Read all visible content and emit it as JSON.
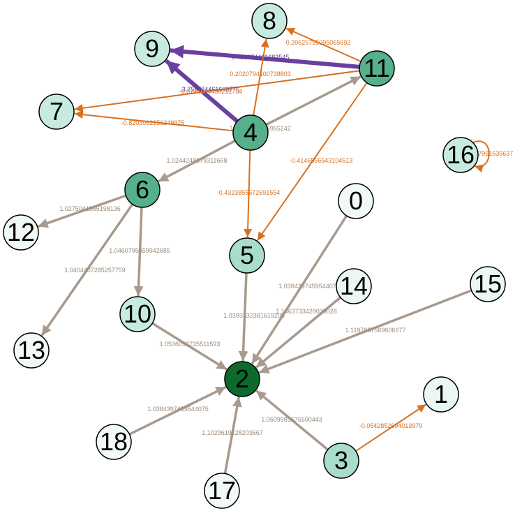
{
  "colors": {
    "edge_gray": "#a89a8c",
    "edge_orange": "#d9701f",
    "edge_purple": "#6a3fa0",
    "label_gray": "#9a8a7a",
    "label_orange": "#d9701f",
    "label_purple": "#5a3a90",
    "node_stroke": "#000000"
  },
  "nodes": [
    {
      "id": "0",
      "fill": "#f2faf7"
    },
    {
      "id": "1",
      "fill": "#eaf7f3"
    },
    {
      "id": "2",
      "fill": "#0c6a2c"
    },
    {
      "id": "3",
      "fill": "#a8dccb"
    },
    {
      "id": "4",
      "fill": "#56b08c"
    },
    {
      "id": "5",
      "fill": "#a8dccb"
    },
    {
      "id": "6",
      "fill": "#56b08c"
    },
    {
      "id": "7",
      "fill": "#c8ebe0"
    },
    {
      "id": "8",
      "fill": "#c8ebe0"
    },
    {
      "id": "9",
      "fill": "#c8ebe0"
    },
    {
      "id": "10",
      "fill": "#c8ebe0"
    },
    {
      "id": "11",
      "fill": "#56b08c"
    },
    {
      "id": "12",
      "fill": "#f2faf7"
    },
    {
      "id": "13",
      "fill": "#f2faf7"
    },
    {
      "id": "14",
      "fill": "#eaf7f3"
    },
    {
      "id": "15",
      "fill": "#eaf7f3"
    },
    {
      "id": "16",
      "fill": "#c8ebe0"
    },
    {
      "id": "17",
      "fill": "#f2faf7"
    },
    {
      "id": "18",
      "fill": "#f2faf7"
    }
  ],
  "edges": [
    {
      "source": "11",
      "target": "9",
      "label": "3.759674461683545",
      "kind": "purple"
    },
    {
      "source": "4",
      "target": "9",
      "label": "3.759674461663775",
      "kind": "purple"
    },
    {
      "source": "11",
      "target": "8",
      "label": "0.20625795095065692",
      "kind": "orange"
    },
    {
      "source": "11",
      "target": "7",
      "label": "0.2020794100738803",
      "kind": "orange"
    },
    {
      "source": "4",
      "target": "7",
      "label": "-0.8203062256249975",
      "kind": "orange"
    },
    {
      "source": "4",
      "target": "8",
      "label": "-0.0744834450212754",
      "kind": "orange"
    },
    {
      "source": "4",
      "target": "11",
      "label": "1.0244248879955242",
      "kind": "gray"
    },
    {
      "source": "4",
      "target": "6",
      "label": "1.0244248879311668",
      "kind": "gray"
    },
    {
      "source": "4",
      "target": "5",
      "label": "-0.4323855572691554",
      "kind": "orange"
    },
    {
      "source": "11",
      "target": "5",
      "label": "-0.4146566543104513",
      "kind": "orange"
    },
    {
      "source": "6",
      "target": "12",
      "label": "1.0275041565198136",
      "kind": "gray"
    },
    {
      "source": "6",
      "target": "10",
      "label": "1.0460795659942685",
      "kind": "gray"
    },
    {
      "source": "6",
      "target": "13",
      "label": "1.0404407285257759",
      "kind": "gray"
    },
    {
      "source": "5",
      "target": "2",
      "label": "1.0393132381619206",
      "kind": "gray"
    },
    {
      "source": "0",
      "target": "2",
      "label": "1.0384397459544075",
      "kind": "gray"
    },
    {
      "source": "14",
      "target": "2",
      "label": "1.1463733429039028",
      "kind": "gray"
    },
    {
      "source": "15",
      "target": "2",
      "label": "1.1197657569606677",
      "kind": "gray"
    },
    {
      "source": "10",
      "target": "2",
      "label": "1.0536092735511593",
      "kind": "gray"
    },
    {
      "source": "18",
      "target": "2",
      "label": "1.0384397459544075",
      "kind": "gray"
    },
    {
      "source": "17",
      "target": "2",
      "label": "1.1029619128203667",
      "kind": "gray"
    },
    {
      "source": "3",
      "target": "2",
      "label": "1.0609983575500443",
      "kind": "gray"
    },
    {
      "source": "3",
      "target": "1",
      "label": "-0.0542852694013979",
      "kind": "orange"
    },
    {
      "source": "16",
      "target": "16",
      "label": "0.2487961635637",
      "kind": "orange"
    }
  ]
}
